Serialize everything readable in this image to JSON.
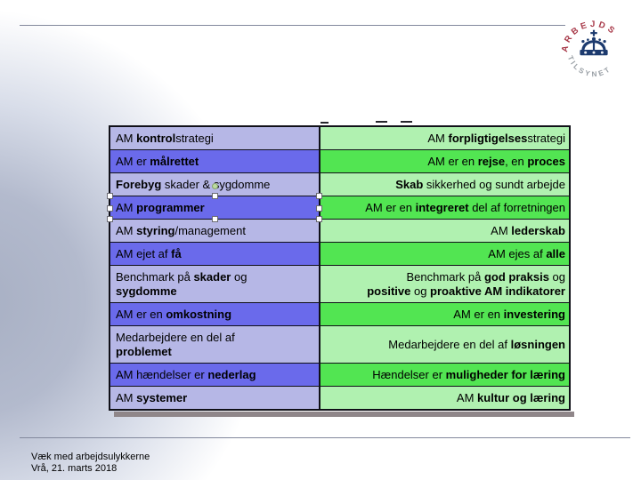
{
  "footer": {
    "line1": "Væk med arbejdsulykkerne",
    "line2": "Vrå, 21. marts 2018"
  },
  "logo": {
    "top_text": "ARBEJDS",
    "bottom_text": "TILSYNET",
    "top_text_color": "#a73848",
    "bottom_text_color": "#9aa0a6",
    "crown_color": "#1c3a6e"
  },
  "colors": {
    "blue_light": "#b6b7e6",
    "blue_dark": "#6a6aeb",
    "green_light": "#b0f1b0",
    "green_bright": "#52e552",
    "border": "#101018",
    "shadow": "#8f8689"
  },
  "table": {
    "rows": [
      {
        "tall": false,
        "selected": false,
        "left": [
          [
            "AM ",
            0
          ],
          [
            "kontrol",
            1
          ],
          [
            "strategi",
            0
          ]
        ],
        "right": [
          [
            "AM ",
            0
          ],
          [
            "forpligtigelses",
            1
          ],
          [
            "strategi",
            0
          ]
        ]
      },
      {
        "tall": false,
        "selected": false,
        "left": [
          [
            "AM er ",
            0
          ],
          [
            "målrettet",
            1
          ]
        ],
        "right": [
          [
            "AM er en ",
            0
          ],
          [
            "rejse",
            1
          ],
          [
            ", en ",
            0
          ],
          [
            "proces",
            1
          ]
        ]
      },
      {
        "tall": false,
        "selected": false,
        "left": [
          [
            "Forebyg",
            1
          ],
          [
            " skader & sygdomme",
            0
          ]
        ],
        "right": [
          [
            "Skab",
            1
          ],
          [
            " sikkerhed og sundt arbejde",
            0
          ]
        ]
      },
      {
        "tall": false,
        "selected": true,
        "left": [
          [
            "AM ",
            0
          ],
          [
            "programmer",
            1
          ]
        ],
        "right": [
          [
            "AM er en ",
            0
          ],
          [
            "integreret",
            1
          ],
          [
            " del af forretningen",
            0
          ]
        ]
      },
      {
        "tall": false,
        "selected": false,
        "left": [
          [
            "AM ",
            0
          ],
          [
            "styring",
            1
          ],
          [
            "/management",
            0
          ]
        ],
        "right": [
          [
            "AM ",
            0
          ],
          [
            "lederskab",
            1
          ]
        ]
      },
      {
        "tall": false,
        "selected": false,
        "left": [
          [
            "AM ejet af ",
            0
          ],
          [
            "få",
            1
          ]
        ],
        "right": [
          [
            "AM ejes af ",
            0
          ],
          [
            "alle",
            1
          ]
        ]
      },
      {
        "tall": true,
        "selected": false,
        "left": [
          [
            "Benchmark på ",
            0
          ],
          [
            "skader",
            1
          ],
          [
            " og\n",
            0
          ],
          [
            "sygdomme",
            1
          ]
        ],
        "right": [
          [
            "Benchmark på ",
            0
          ],
          [
            "god praksis",
            1
          ],
          [
            " og\n",
            0
          ],
          [
            "positive",
            1
          ],
          [
            " og ",
            0
          ],
          [
            "proaktive AM indikatorer",
            1
          ]
        ]
      },
      {
        "tall": false,
        "selected": false,
        "left": [
          [
            "AM er en ",
            0
          ],
          [
            "omkostning",
            1
          ]
        ],
        "right": [
          [
            "AM er en ",
            0
          ],
          [
            "investering",
            1
          ]
        ]
      },
      {
        "tall": true,
        "selected": false,
        "left": [
          [
            "Medarbejdere en del af\n",
            0
          ],
          [
            "problemet",
            1
          ]
        ],
        "right": [
          [
            "Medarbejdere en del af ",
            0
          ],
          [
            "løsningen",
            1
          ]
        ]
      },
      {
        "tall": false,
        "selected": false,
        "left": [
          [
            "AM hændelser er ",
            0
          ],
          [
            "nederlag",
            1
          ]
        ],
        "right": [
          [
            "Hændelser er ",
            0
          ],
          [
            "muligheder for læring",
            1
          ]
        ]
      },
      {
        "tall": false,
        "selected": false,
        "left": [
          [
            "AM ",
            0
          ],
          [
            "systemer",
            1
          ]
        ],
        "right": [
          [
            "AM ",
            0
          ],
          [
            "kultur og læring",
            1
          ]
        ]
      }
    ]
  }
}
